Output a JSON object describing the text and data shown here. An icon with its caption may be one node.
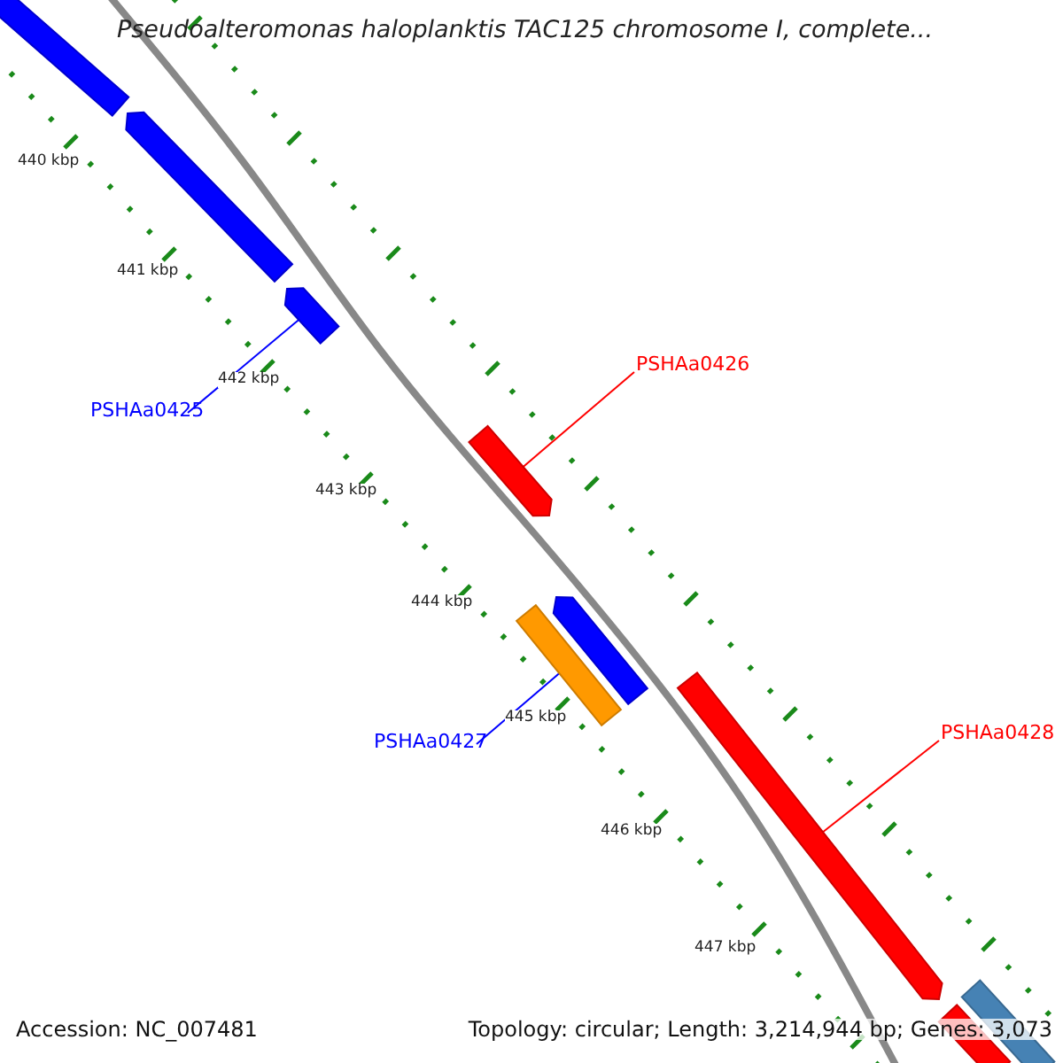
{
  "diagram": {
    "title": "Pseudoalteromonas haloplanktis TAC125 chromosome I, complete...",
    "nodes": [
      {
        "text": [
          "PSHAa0425"
        ]
      },
      {
        "text": [],
        "shape": "arrow"
      },
      {
        "text": [
          "PSHAa0426"
        ]
      },
      {
        "text": [],
        "shape": "arrow"
      },
      {
        "text": [
          "PSHAa0427"
        ]
      },
      {
        "text": [],
        "shape": "arrow"
      },
      {
        "text": [
          "PSHAa0428"
        ]
      },
      {
        "text": [],
        "shape": "arrow"
      }
    ],
    "edges": [
      {
        "from": 0,
        "to": 1,
        "arrow": "none",
        "color": "#0000ff"
      },
      {
        "from": 2,
        "to": 3,
        "arrow": "none",
        "color": "#ff0000"
      },
      {
        "from": 4,
        "to": 5,
        "arrow": "none",
        "color": "#0000ff"
      },
      {
        "from": 6,
        "to": 7,
        "arrow": "none",
        "color": "#ff0000"
      }
    ],
    "labels": [
      "440 kbp",
      "441 kbp",
      "442 kbp",
      "443 kbp",
      "444 kbp",
      "445 kbp",
      "446 kbp",
      "447 kbp",
      "Accession: NC_007481",
      "Topology: circular; Length: 3,214,944 bp; Genes: 3,073"
    ]
  }
}
